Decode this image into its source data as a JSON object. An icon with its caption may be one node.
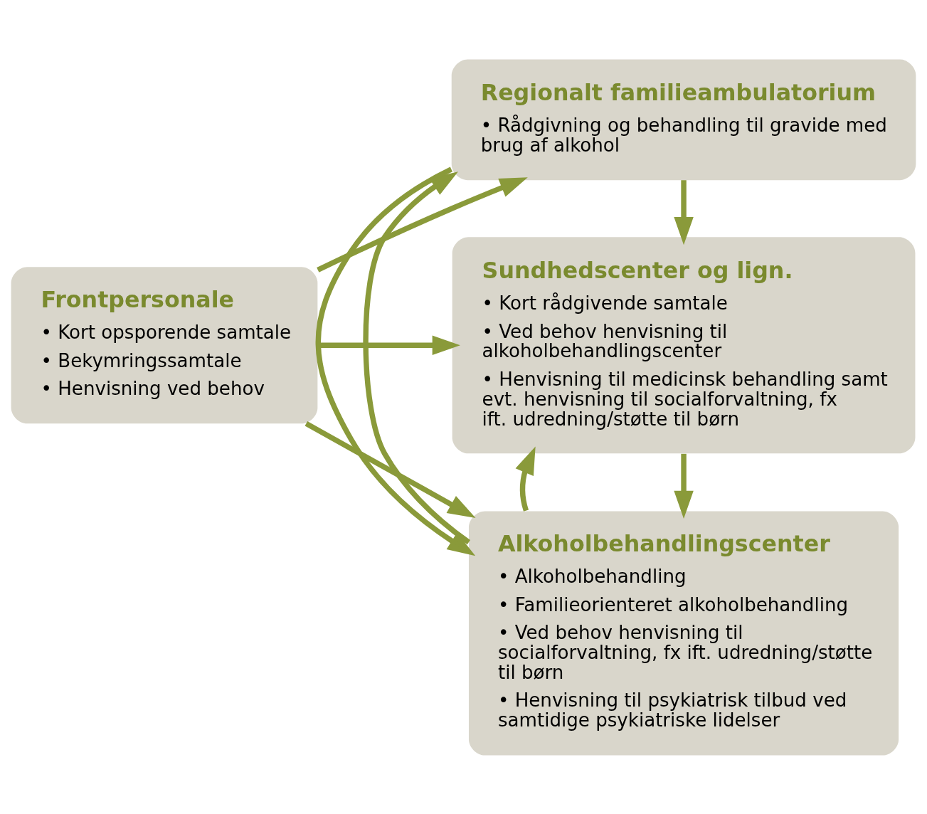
{
  "diagram": {
    "nodes": [
      {
        "text": [
          "Frontpersonale",
          "• Kort opsporende samtale",
          "• Bekymringssamtale",
          "• Henvisning ved behov"
        ]
      },
      {
        "text": [
          "Sundhedscenter og lign.",
          "• Kort rådgivende samtale",
          "• Ved behov henvisning til alkoholbehandlingscenter",
          "• Henvisning til medicinsk behandling samt evt. henvisning til socialforvaltning, fx ift. udredning/støtte til børn"
        ]
      },
      {
        "text": [
          "Alkoholbehandlingscenter",
          "• Alkoholbehandling",
          "• Familieorienteret alkoholbehandling",
          "• Ved behov henvisning til socialforvaltning, fx ift. udredning/støtte til børn",
          "• Henvisning til psykiatrisk tilbud ved samtidige psykiatriske lidelser"
        ]
      },
      {
        "text": [
          "Regionalt familieambulatorium",
          "• Rådgivning og behandling til gravide med brug af alkohol"
        ]
      }
    ],
    "edges": [
      {
        "from": 0,
        "to": 1,
        "arrow": "to"
      },
      {
        "from": 0,
        "to": 2,
        "arrow": "to"
      },
      {
        "from": 0,
        "to": 3,
        "arrow": "to"
      },
      {
        "from": 1,
        "to": 2,
        "arrow": "to"
      },
      {
        "from": 2,
        "to": 1,
        "arrow": "to"
      },
      {
        "from": 2,
        "to": 3,
        "arrow": "to"
      },
      {
        "from": 3,
        "to": 2,
        "arrow": "to"
      },
      {
        "from": 3,
        "to": 1,
        "arrow": "to"
      }
    ]
  }
}
